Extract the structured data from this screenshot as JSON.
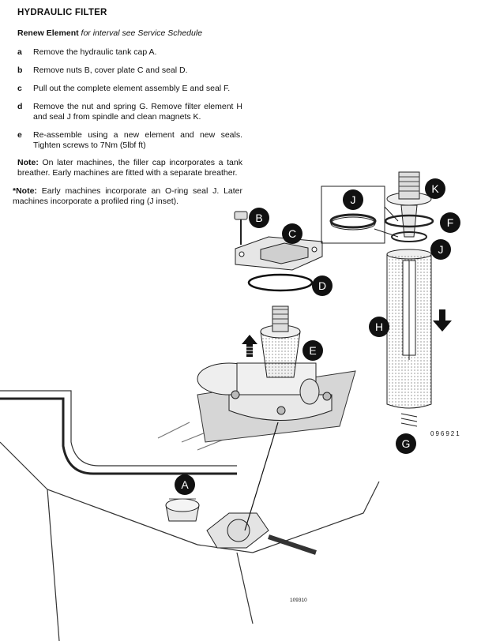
{
  "title": "HYDRAULIC FILTER",
  "subtitle": {
    "bold": "Renew Element",
    "italic": "for interval see Service Schedule"
  },
  "steps": [
    {
      "letter": "a",
      "text": "Remove the hydraulic tank cap A."
    },
    {
      "letter": "b",
      "text": "Remove nuts B, cover plate C and seal D."
    },
    {
      "letter": "c",
      "text": "Pull out the complete element assembly E and seal F."
    },
    {
      "letter": "d",
      "text": "Remove the nut and spring G. Remove filter element H and seal J from spindle and clean magnets K."
    },
    {
      "letter": "e",
      "text": "Re-assemble using a new element and new seals. Tighten screws to 7Nm (5lbf ft)"
    }
  ],
  "notes": [
    {
      "label": "Note:",
      "text": "On later machines, the filler cap incorporates a tank breather. Early machines are fitted with a separate breather."
    },
    {
      "label": "Note:",
      "marker": "*",
      "text": "Early machines incorporate an O-ring seal J. Later machines incorporate a profiled ring (J inset)."
    }
  ],
  "callouts": [
    "A",
    "B",
    "C",
    "D",
    "E",
    "F",
    "G",
    "H",
    "J",
    "J",
    "K"
  ],
  "figure_numbers": {
    "upper": "096921",
    "lower": "109310"
  }
}
